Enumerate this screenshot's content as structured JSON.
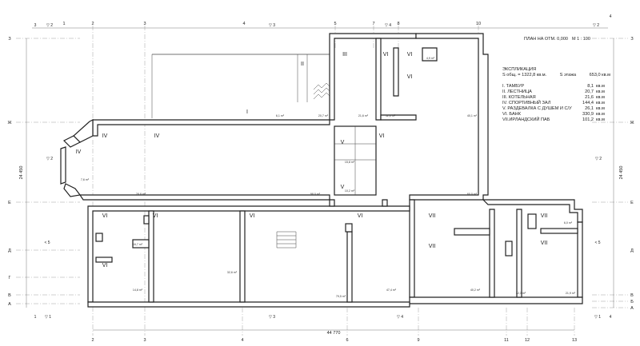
{
  "header": {
    "plan_title": "ПЛАН НА ОТМ. 0,000",
    "scale": "М 1 : 100"
  },
  "legend": {
    "title": "ЭКСПЛИКАЦИЯ",
    "s_total": "S общ. = 1322,8 кв.м.",
    "s_floor": "S этажа",
    "s_floor_value": "653,0 кв.м",
    "rooms": [
      {
        "name": "I.   ТАМБУР",
        "value": "8,1",
        "unit": "кв.м"
      },
      {
        "name": "II.  ЛЕСТНИЦА",
        "value": "20,7",
        "unit": "кв.м"
      },
      {
        "name": "III. КОТЕЛЬНАЯ",
        "value": "21,6",
        "unit": "кв.м"
      },
      {
        "name": "IV. СПОРТИВНЫЙ ЗАЛ",
        "value": "144,4",
        "unit": "кв.м"
      },
      {
        "name": "V.  РАЗДЕВАЛКА С ДУШЕМ И С/У",
        "value": "26,1",
        "unit": "кв.м"
      },
      {
        "name": "VI. БАНК",
        "value": "330,9",
        "unit": "кв.м"
      },
      {
        "name": "VII.ИРЛАНДСКИЙ ПАБ",
        "value": "101,2",
        "unit": "кв.м"
      }
    ]
  },
  "axes": {
    "top": [
      "2",
      "3",
      "5",
      "7",
      "8",
      "10"
    ],
    "bottom": [
      "2",
      "3",
      "4",
      "6",
      "9",
      "11",
      "12",
      "13"
    ],
    "left": [
      "З",
      "Ж",
      "Е",
      "Д",
      "Г",
      "В",
      "А"
    ],
    "right": [
      "З",
      "Ж",
      "Е",
      "Д",
      "В",
      "Б",
      "А"
    ],
    "mid_top": [
      "1",
      "4"
    ],
    "left_top": "2"
  },
  "markers": {
    "top_left": "▽ 2",
    "top_left_num": "3",
    "top_mid": "▽ 3",
    "top_mid2": "▽ 4",
    "top_right": "▽ 2",
    "top_right_num": "4",
    "mid_left": "▽ 2",
    "mid_right": "▽ 2",
    "mid_right_num": "1",
    "left_5": "< 5",
    "right_5": "< 5",
    "bottom_left": "▽ 1",
    "bottom_left_num": "1",
    "bottom_mid": "▽ 3",
    "bottom_mid2": "▽ 4",
    "bottom_right": "▽ 1",
    "bottom_right_num": "4"
  },
  "dimensions": {
    "overall_width": "44 770",
    "overall_height_left": "24 450",
    "overall_height_right": "24 450"
  },
  "room_labels": [
    {
      "text": "I"
    },
    {
      "text": "II"
    },
    {
      "text": "III"
    },
    {
      "text": "VI"
    },
    {
      "text": "VI"
    },
    {
      "text": "VI"
    },
    {
      "text": "IV"
    },
    {
      "text": "IV"
    },
    {
      "text": "IV"
    },
    {
      "text": "V"
    },
    {
      "text": "V"
    },
    {
      "text": "VI"
    },
    {
      "text": "VI"
    },
    {
      "text": "VI"
    },
    {
      "text": "VI"
    },
    {
      "text": "VI"
    },
    {
      "text": "VI"
    },
    {
      "text": "VII"
    },
    {
      "text": "VII"
    },
    {
      "text": "VII"
    },
    {
      "text": "VII"
    }
  ],
  "area_labels": [
    "4,9 m²",
    "21,6 m²",
    "11,0 m²",
    "6,1 m²",
    "20,7 m²",
    "40,1 m²",
    "7,6 m²",
    "28,8 m²",
    "98,0 m²",
    "15,8 m²",
    "10,2 m²",
    "60,0 m²",
    "16,7 m²",
    "32,6 m²",
    "14,8 m²",
    "79,5 m²",
    "47,4 m²",
    "40,2 m²",
    "32,3 m²",
    "21,9 m²",
    "6,0 m²"
  ]
}
